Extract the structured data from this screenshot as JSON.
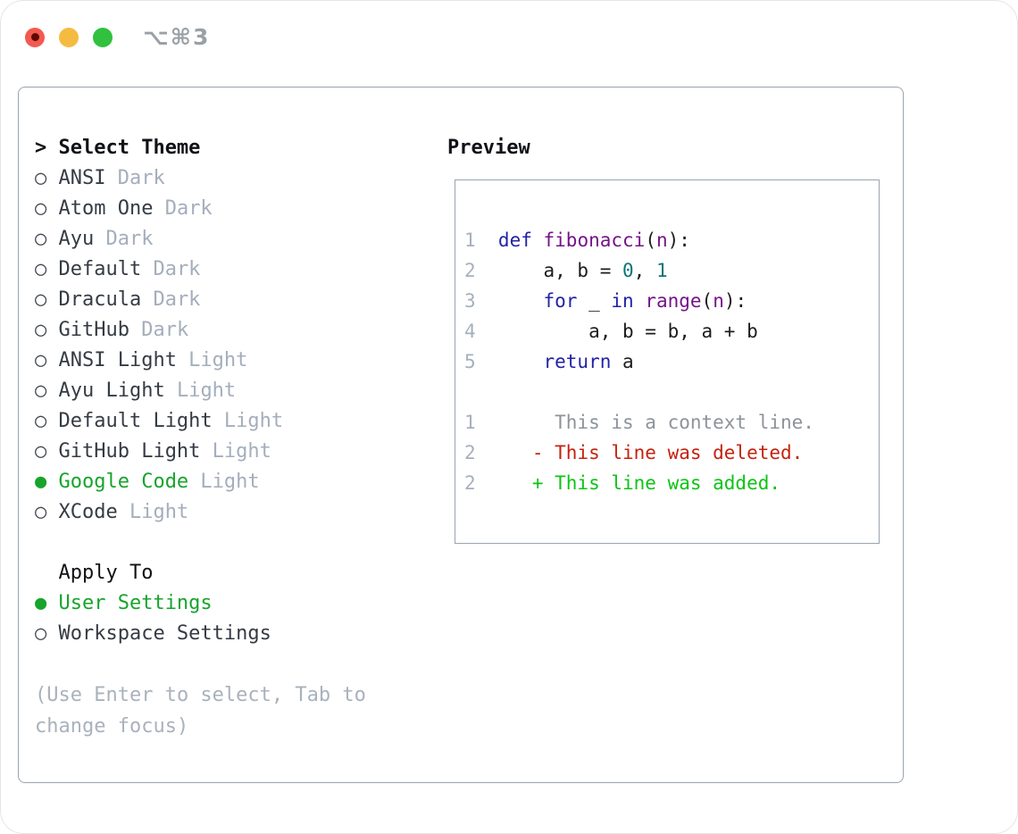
{
  "window": {
    "shortcut": "⌥⌘3",
    "traffic_lights": [
      "close",
      "minimize",
      "zoom"
    ]
  },
  "theme_selector": {
    "marker": ">",
    "title": "Select Theme",
    "items": [
      {
        "name": "ANSI",
        "variant": "Dark",
        "selected": false
      },
      {
        "name": "Atom One",
        "variant": "Dark",
        "selected": false
      },
      {
        "name": "Ayu",
        "variant": "Dark",
        "selected": false
      },
      {
        "name": "Default",
        "variant": "Dark",
        "selected": false
      },
      {
        "name": "Dracula",
        "variant": "Dark",
        "selected": false
      },
      {
        "name": "GitHub",
        "variant": "Dark",
        "selected": false
      },
      {
        "name": "ANSI Light",
        "variant": "Light",
        "selected": false
      },
      {
        "name": "Ayu Light",
        "variant": "Light",
        "selected": false
      },
      {
        "name": "Default Light",
        "variant": "Light",
        "selected": false
      },
      {
        "name": "GitHub Light",
        "variant": "Light",
        "selected": false
      },
      {
        "name": "Google Code",
        "variant": "Light",
        "selected": true
      },
      {
        "name": "XCode",
        "variant": "Light",
        "selected": false
      }
    ]
  },
  "apply_to": {
    "title": "Apply To",
    "options": [
      {
        "label": "User Settings",
        "selected": true
      },
      {
        "label": "Workspace Settings",
        "selected": false
      }
    ]
  },
  "hint": "(Use Enter to select, Tab to change focus)",
  "preview": {
    "title": "Preview",
    "code_lines": [
      {
        "no": "1",
        "tokens": [
          [
            "def",
            "k"
          ],
          [
            " ",
            "p"
          ],
          [
            "fibonacci",
            "f"
          ],
          [
            "(",
            "p"
          ],
          [
            "n",
            "f"
          ],
          [
            "):",
            "p"
          ]
        ]
      },
      {
        "no": "2",
        "tokens": [
          [
            "    a, b = ",
            "p"
          ],
          [
            "0",
            "n"
          ],
          [
            ", ",
            "p"
          ],
          [
            "1",
            "n"
          ]
        ]
      },
      {
        "no": "3",
        "tokens": [
          [
            "    ",
            "p"
          ],
          [
            "for",
            "k"
          ],
          [
            " _ ",
            "p"
          ],
          [
            "in",
            "k"
          ],
          [
            " ",
            "p"
          ],
          [
            "range",
            "f"
          ],
          [
            "(",
            "p"
          ],
          [
            "n",
            "f"
          ],
          [
            "):",
            "p"
          ]
        ]
      },
      {
        "no": "4",
        "tokens": [
          [
            "        a, b = b, a + b",
            "p"
          ]
        ]
      },
      {
        "no": "5",
        "tokens": [
          [
            "    ",
            "p"
          ],
          [
            "return",
            "k"
          ],
          [
            " a",
            "p"
          ]
        ]
      }
    ],
    "diff_lines": [
      {
        "no": "1",
        "type": "context",
        "text": "     This is a context line."
      },
      {
        "no": "2",
        "type": "deleted",
        "text": "   - This line was deleted."
      },
      {
        "no": "2",
        "type": "added",
        "text": "   + This line was added."
      }
    ]
  },
  "colors": {
    "accent_green": "#17a42b",
    "keyword_blue": "#2222a8",
    "function_purple": "#76128a",
    "number_teal": "#0e7474",
    "deleted_red": "#c4220e",
    "added_green": "#0cc414",
    "context_gray": "#8d939a",
    "line_number_gray": "#a6b0bd",
    "variant_gray": "#a4aebc",
    "hint_gray": "#a9b2bc",
    "text_dark": "#353b44",
    "heading_black": "#101216",
    "border_gray": "#9aa3ae",
    "traffic_red": "#f3594f",
    "traffic_red_dot": "#5c0b04",
    "traffic_yellow": "#f5bb41",
    "traffic_green": "#30c13e",
    "shortcut_gray": "#9aa0a6"
  },
  "icons": {
    "radio_unselected": "○",
    "radio_selected": "●"
  }
}
